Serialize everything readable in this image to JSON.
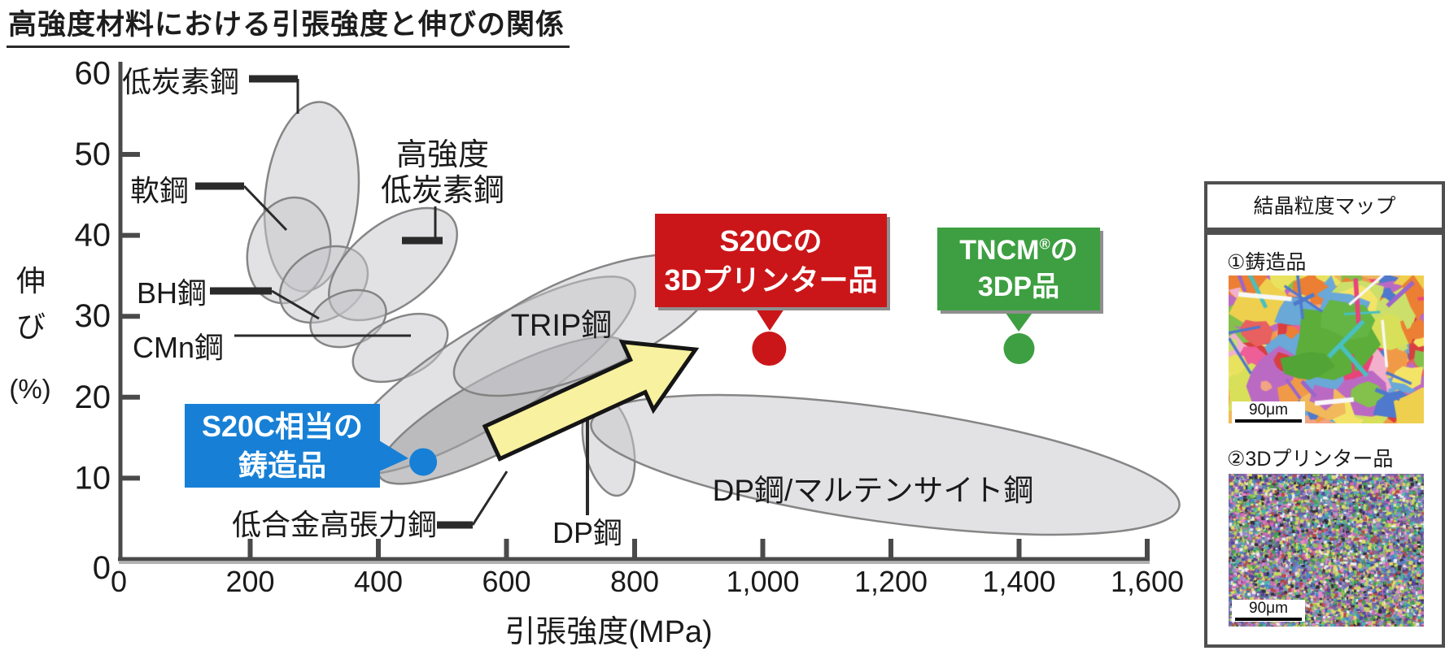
{
  "title": "高強度材料における引張強度と伸びの関係",
  "chart_data": {
    "type": "scatter",
    "title": "高強度材料における引張強度と伸びの関係",
    "xlabel": "引張強度(MPa)",
    "ylabel": "伸び(%)",
    "ylabel_lines": [
      "伸",
      "び",
      "(%)"
    ],
    "xlim": [
      0,
      1600
    ],
    "ylim": [
      0,
      60
    ],
    "grid": false,
    "x_ticks": [
      {
        "v": 0,
        "label": "0",
        "tick": false
      },
      {
        "v": 200,
        "label": "200",
        "tick": true
      },
      {
        "v": 400,
        "label": "400",
        "tick": true
      },
      {
        "v": 600,
        "label": "600",
        "tick": true
      },
      {
        "v": 800,
        "label": "800",
        "tick": true
      },
      {
        "v": 1000,
        "label": "1,000",
        "tick": true
      },
      {
        "v": 1200,
        "label": "1,200",
        "tick": true
      },
      {
        "v": 1400,
        "label": "1,400",
        "tick": true
      },
      {
        "v": 1600,
        "label": "1,600",
        "tick": true
      }
    ],
    "y_ticks": [
      {
        "v": 60,
        "label": "60",
        "tick": false
      },
      {
        "v": 50,
        "label": "50",
        "tick": true
      },
      {
        "v": 40,
        "label": "40",
        "tick": true
      },
      {
        "v": 30,
        "label": "30",
        "tick": true
      },
      {
        "v": 20,
        "label": "20",
        "tick": true
      },
      {
        "v": 10,
        "label": "10",
        "tick": true
      },
      {
        "v": 0,
        "label": "0",
        "tick": false
      }
    ],
    "material_regions": [
      {
        "label": "低炭素鋼",
        "center_mpa": 296,
        "center_pct": 44.8,
        "px": {
          "cx": 383,
          "cy": 242,
          "rx": 57,
          "ry": 117,
          "rot": 6
        },
        "shade": "light"
      },
      {
        "label": "軟鋼",
        "center_mpa": 260,
        "center_pct": 38.0,
        "px": {
          "cx": 355,
          "cy": 308,
          "rx": 50,
          "ry": 66,
          "rot": 15
        },
        "shade": "light"
      },
      {
        "label": "",
        "center_mpa": 315,
        "center_pct": 34.0,
        "px": {
          "cx": 398,
          "cy": 350,
          "rx": 58,
          "ry": 42,
          "rot": -32
        },
        "shade": "light"
      },
      {
        "label": "高強度低炭素鋼",
        "label_line1": "高強度",
        "label_line2": "低炭素鋼",
        "center_mpa": 423,
        "center_pct": 36.5,
        "px": {
          "cx": 483,
          "cy": 325,
          "rx": 92,
          "ry": 50,
          "rot": -38
        },
        "shade": "light"
      },
      {
        "label": "BH鋼",
        "center_mpa": 353,
        "center_pct": 29.7,
        "px": {
          "cx": 428,
          "cy": 392,
          "rx": 48,
          "ry": 33,
          "rot": -20
        },
        "shade": "light"
      },
      {
        "label": "CMn鋼",
        "center_mpa": 434,
        "center_pct": 26.1,
        "px": {
          "cx": 492,
          "cy": 428,
          "rx": 62,
          "ry": 36,
          "rot": -25
        },
        "shade": "light"
      },
      {
        "label": "",
        "center_mpa": 571,
        "center_pct": 22.7,
        "px": {
          "cx": 600,
          "cy": 462,
          "rx": 210,
          "ry": 58,
          "rot": -32
        },
        "shade": "light"
      },
      {
        "label": "低合金高張力鋼",
        "center_mpa": 594,
        "center_pct": 18.4,
        "px": {
          "cx": 618,
          "cy": 505,
          "rx": 172,
          "ry": 46,
          "rot": -28
        },
        "shade": "dark"
      },
      {
        "label": "DP鋼",
        "center_mpa": 759,
        "center_pct": 14.1,
        "px": {
          "cx": 748,
          "cy": 548,
          "rx": 30,
          "ry": 63,
          "rot": -12
        },
        "shade": "light"
      },
      {
        "label": "TRIP鋼",
        "center_mpa": 721,
        "center_pct": 28.9,
        "px": {
          "cx": 718,
          "cy": 400,
          "rx": 172,
          "ry": 60,
          "rot": -23
        },
        "shade": "light"
      },
      {
        "label": "DP鋼/マルテンサイト鋼",
        "center_mpa": 1191,
        "center_pct": 11.6,
        "px": {
          "cx": 1088,
          "cy": 572,
          "rx": 365,
          "ry": 70,
          "rot": 8
        },
        "shade": "light"
      }
    ],
    "points": [
      {
        "id": "cast-s20c",
        "line1": "S20C相当の",
        "line2": "鋳造品",
        "mpa": 470,
        "pct": 12,
        "color": "#1780d6",
        "dot_r": 17
      },
      {
        "id": "s20c-3dp",
        "line1": "S20Cの",
        "line2": "3Dプリンター品",
        "mpa": 1010,
        "pct": 26,
        "color": "#cb1619",
        "dot_r": 21
      },
      {
        "id": "tncm-3dp",
        "brand": "TNCM",
        "reg": "®",
        "suffix": "の",
        "line2": "3DP品",
        "mpa": 1400,
        "pct": 26,
        "color": "#3d9f41",
        "dot_r": 19
      }
    ],
    "arrow": {
      "from_mpa": 578,
      "from_pct": 14.4,
      "to_mpa": 895,
      "to_pct": 25.9,
      "fill": "#f7f1a0"
    }
  },
  "panel": {
    "header": "結晶粒度マップ",
    "sections": [
      {
        "label": "①鋳造品",
        "scale_label": "90μm",
        "grain": "coarse"
      },
      {
        "label": "②3Dプリンター品",
        "scale_label": "90μm",
        "grain": "fine"
      }
    ]
  },
  "colors": {
    "axis": "#4a4a4a",
    "region_fill": "#c8c8cb",
    "accent_red": "#cb1619",
    "accent_green": "#3d9f41",
    "accent_blue": "#1780d6",
    "arrow_yellow": "#f7f1a0"
  }
}
